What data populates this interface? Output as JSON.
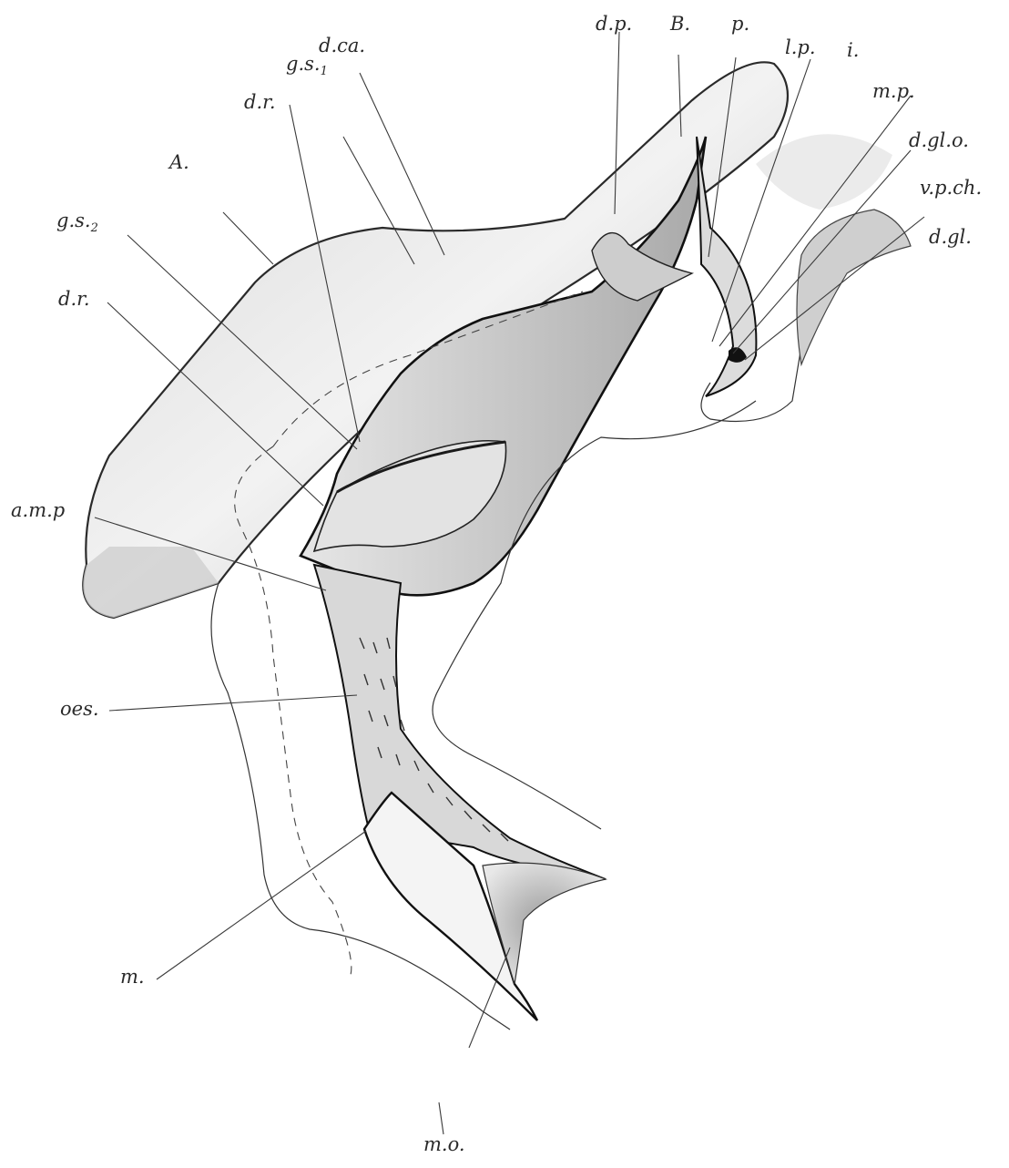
{
  "figure": {
    "labels": {
      "A": "A.",
      "B": "B.",
      "dca": "d.ca.",
      "gs1": "g.s.",
      "gs1_sub": "1",
      "dr_top": "d.r.",
      "dp": "d.p.",
      "p": "p.",
      "lp": "l.p.",
      "i": "i.",
      "mp": "m.p.",
      "dglo": "d.gl.o.",
      "vpch": "v.p.ch.",
      "dgl": "d.gl.",
      "gs2": "g.s.",
      "gs2_sub": "2",
      "dr_mid": "d.r.",
      "amp": "a.m.p",
      "oes": "oes.",
      "m": "m.",
      "mo": "m.o."
    },
    "colors": {
      "ink": "#1a1a1a",
      "shade": "#9a9a9a",
      "paper": "#ffffff"
    }
  }
}
